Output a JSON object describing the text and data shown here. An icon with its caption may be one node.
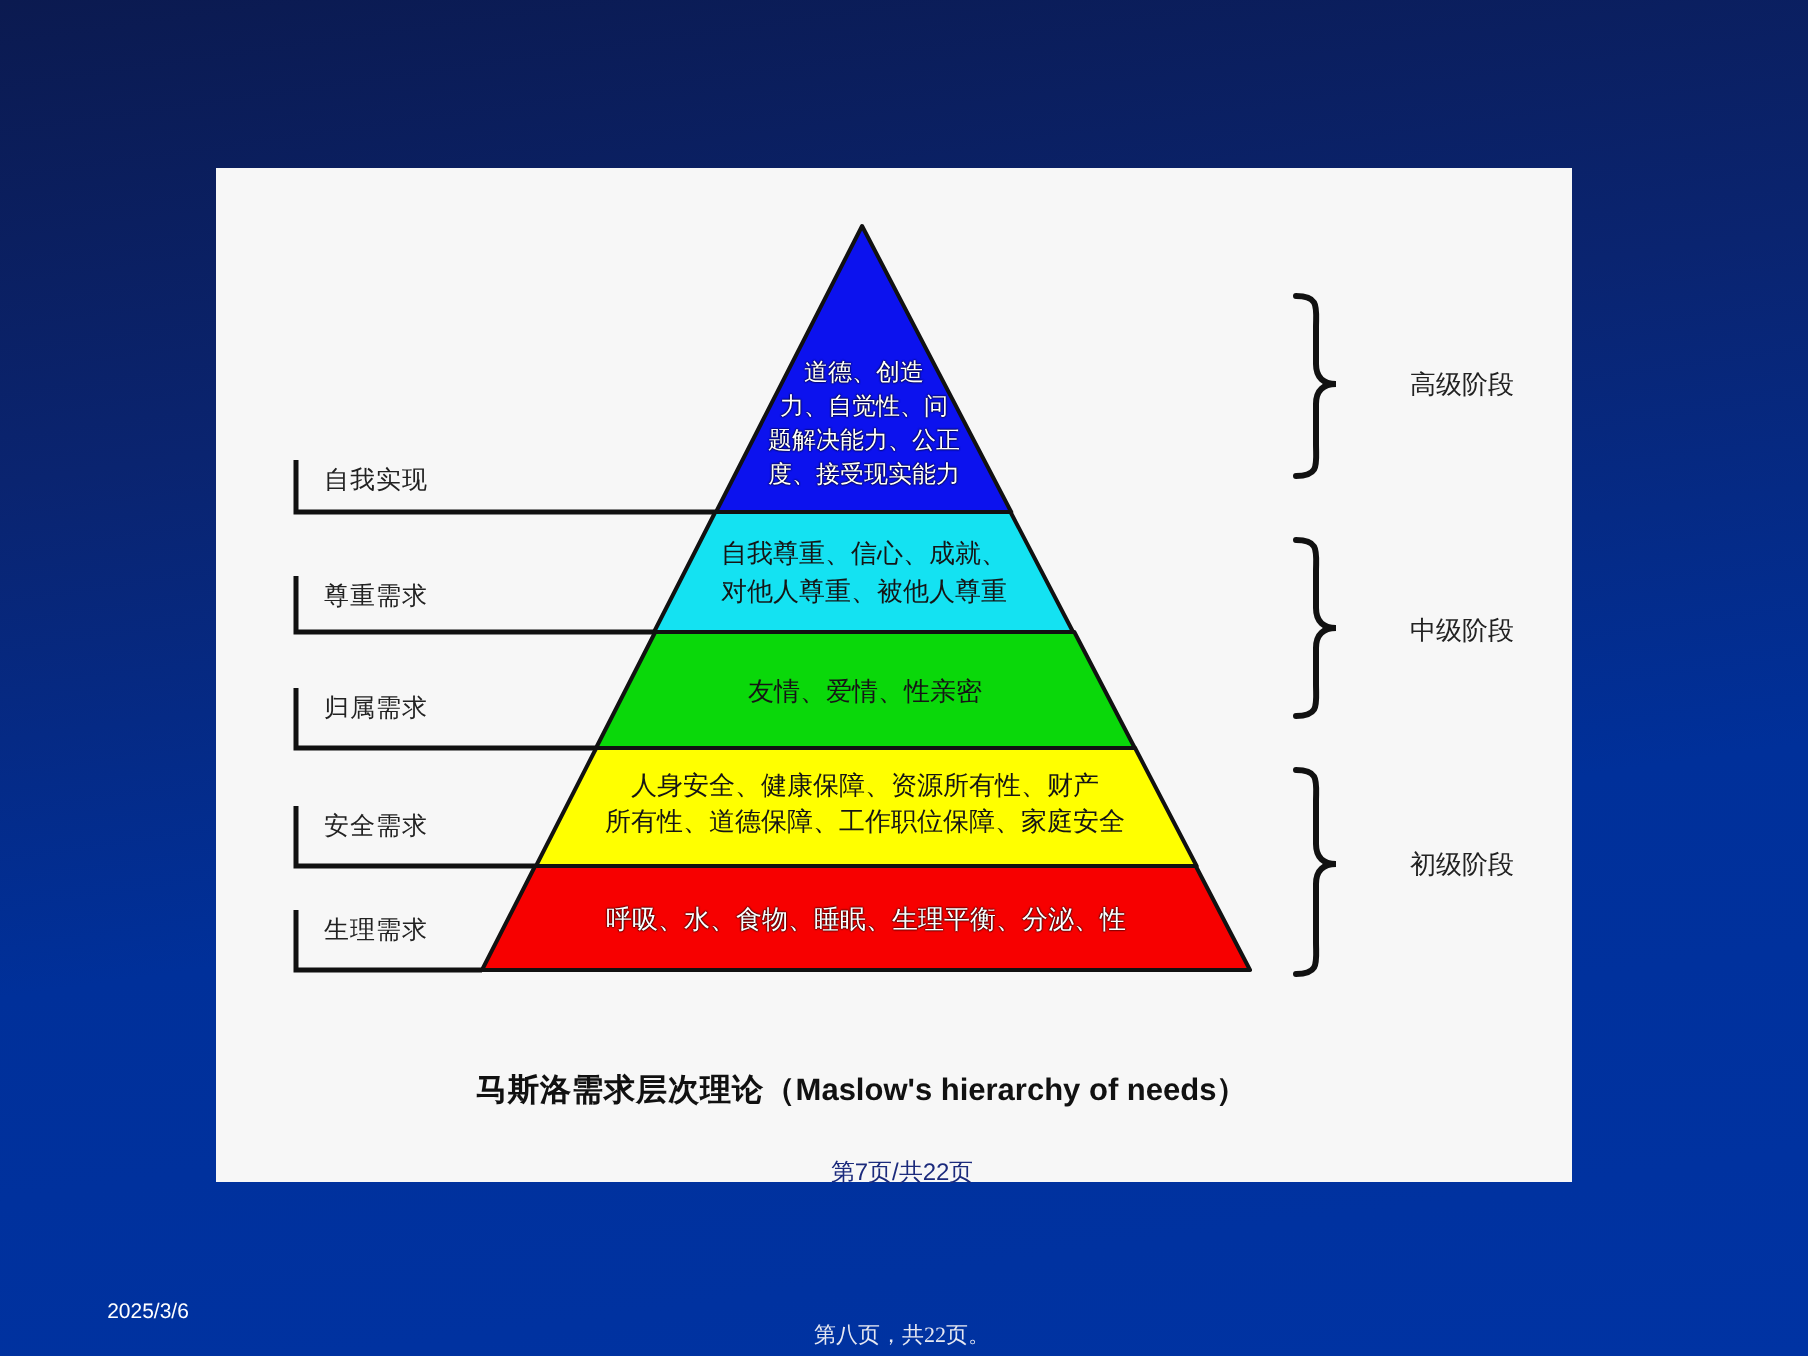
{
  "diagram": {
    "caption": "马斯洛需求层次理论（Maslow's hierarchy of needs）",
    "nodes": [
      {
        "text": [
          "道德、创造力、自觉性、问题解决能力、公正度、接受现实能力"
        ]
      },
      {
        "text": [
          "自我尊重、信心、成就、对他人尊重、被他人尊重"
        ]
      },
      {
        "text": [
          "友情、爱情、性亲密"
        ]
      },
      {
        "text": [
          "人身安全、健康保障、资源所有性、财产所有性、道德保障、工作职位保障、家庭安全"
        ]
      },
      {
        "text": [
          "呼吸、水、食物、睡眠、生理平衡、分泌、性"
        ]
      },
      {
        "text": [
          "自我实现"
        ]
      },
      {
        "text": [
          "尊重需求"
        ]
      },
      {
        "text": [
          "归属需求"
        ]
      },
      {
        "text": [
          "安全需求"
        ]
      },
      {
        "text": [
          "生理需求"
        ]
      }
    ],
    "edges": [
      {
        "from": 5,
        "to": 0,
        "arrow": "none"
      },
      {
        "from": 6,
        "to": 1,
        "arrow": "none"
      },
      {
        "from": 7,
        "to": 2,
        "arrow": "none"
      },
      {
        "from": 8,
        "to": 3,
        "arrow": "none"
      },
      {
        "from": 9,
        "to": 4,
        "arrow": "none"
      }
    ],
    "labels": [
      "高级阶段",
      "中级阶段",
      "初级阶段",
      "第7页/共22页",
      "2025/3/6",
      "第八页，共22页。"
    ]
  }
}
